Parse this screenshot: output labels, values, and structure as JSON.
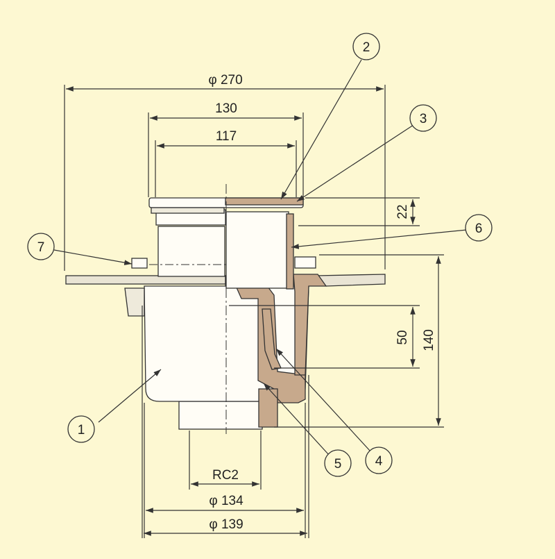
{
  "dimensions": {
    "overall_diameter": "φ 270",
    "top_width": "130",
    "inner_width": "117",
    "height_22": "22",
    "height_50": "50",
    "height_140": "140",
    "outlet_thread": "RC2",
    "body_diameter_134": "φ 134",
    "body_diameter_139": "φ 139"
  },
  "callouts": [
    "1",
    "2",
    "3",
    "4",
    "5",
    "6",
    "7"
  ],
  "colors": {
    "background": "#fdf8d2",
    "line": "#333333",
    "body_fill": "#fffdf6",
    "section_fill": "#c7a98c",
    "flange_fill": "#e9e4d4"
  }
}
